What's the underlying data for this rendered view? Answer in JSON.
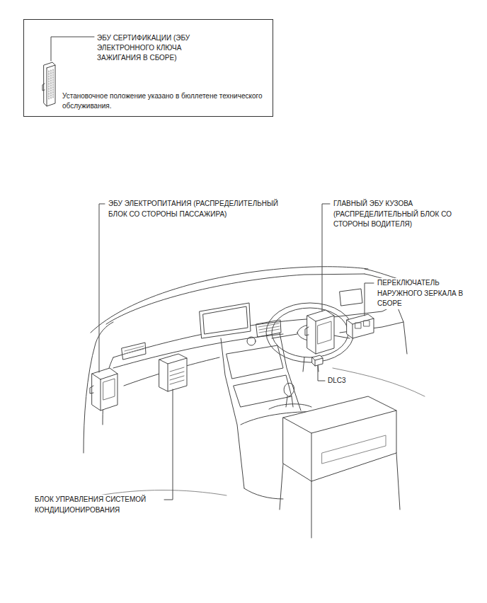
{
  "diagram": {
    "nodes": [
      {
        "text": [
          "ЭБУ СЕРТИФИКАЦИИ (ЭБУ ЭЛЕКТРОННОГО КЛЮЧА ЗАЖИГАНИЯ В СБОРЕ)",
          "Установочное положение указано в бюллетене технического обслуживания."
        ]
      }
    ],
    "labels": [
      "ЭБУ ЭЛЕКТРОПИТАНИЯ (РАСПРЕДЕЛИТЕЛЬНЫЙ БЛОК СО СТОРОНЫ ПАССАЖИРА)",
      "ГЛАВНЫЙ ЭБУ КУЗОВА (РАСПРЕДЕЛИТЕЛЬНЫЙ БЛОК СО СТОРОНЫ ВОДИТЕЛЯ)",
      "ПЕРЕКЛЮЧАТЕЛЬ НАРУЖНОГО ЗЕРКАЛА В СБОРЕ",
      "DLC3",
      "БЛОК УПРАВЛЕНИЯ СИСТЕМОЙ КОНДИЦИОНИРОВАНИЯ"
    ]
  }
}
